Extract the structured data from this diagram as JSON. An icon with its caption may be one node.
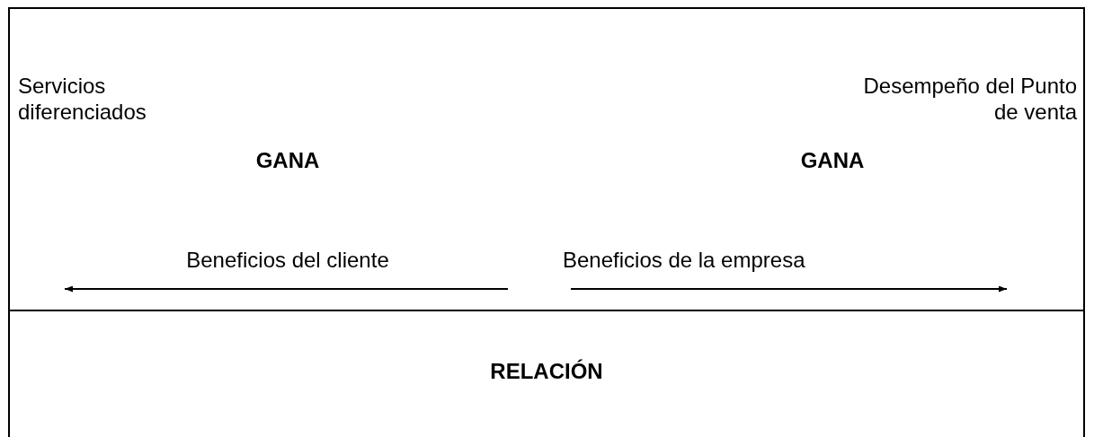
{
  "diagram": {
    "nodes": [
      {
        "text": [
          "Servicios diferenciados",
          "Desempeño del Punto de venta",
          "GANA",
          "GANA",
          "Beneficios del cliente",
          "Beneficios de la empresa"
        ]
      },
      {
        "text": [
          "RELACIÓN"
        ]
      }
    ]
  }
}
